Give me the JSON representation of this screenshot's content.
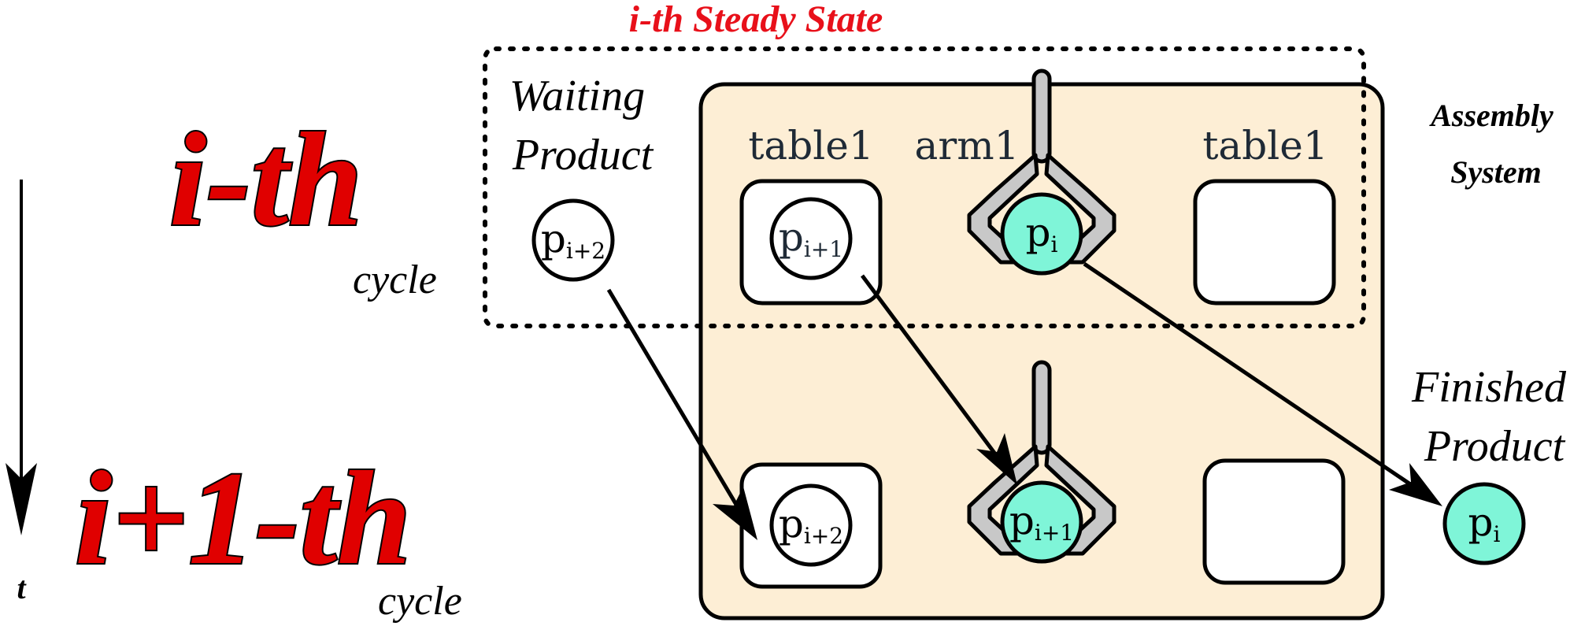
{
  "title": "i-th Steady State",
  "system_label": [
    "Assembly",
    "System"
  ],
  "cycles": {
    "current": "i-th",
    "next": "i+1-th",
    "cycle_word": "cycle"
  },
  "time_label": "t",
  "waiting_label": [
    "Waiting",
    "Product"
  ],
  "finished_label": [
    "Finished",
    "Product"
  ],
  "stations": {
    "table_left": "table1",
    "arm": "arm1",
    "table_right": "table1"
  },
  "products": {
    "waiting": {
      "base": "p",
      "sub": "i+2"
    },
    "table_left_top": {
      "base": "p",
      "sub": "i+1"
    },
    "arm_top": {
      "base": "p",
      "sub": "i"
    },
    "table_left_bottom": {
      "base": "p",
      "sub": "i+2"
    },
    "arm_bottom": {
      "base": "p",
      "sub": "i+1"
    },
    "finished": {
      "base": "p",
      "sub": "i"
    }
  },
  "colors": {
    "title_red": "#e8101a",
    "big_red": "#e00000",
    "system_fill": "#fdeed5",
    "product_active": "#7ff5d8",
    "gripper_gray": "#c8c8c8"
  }
}
